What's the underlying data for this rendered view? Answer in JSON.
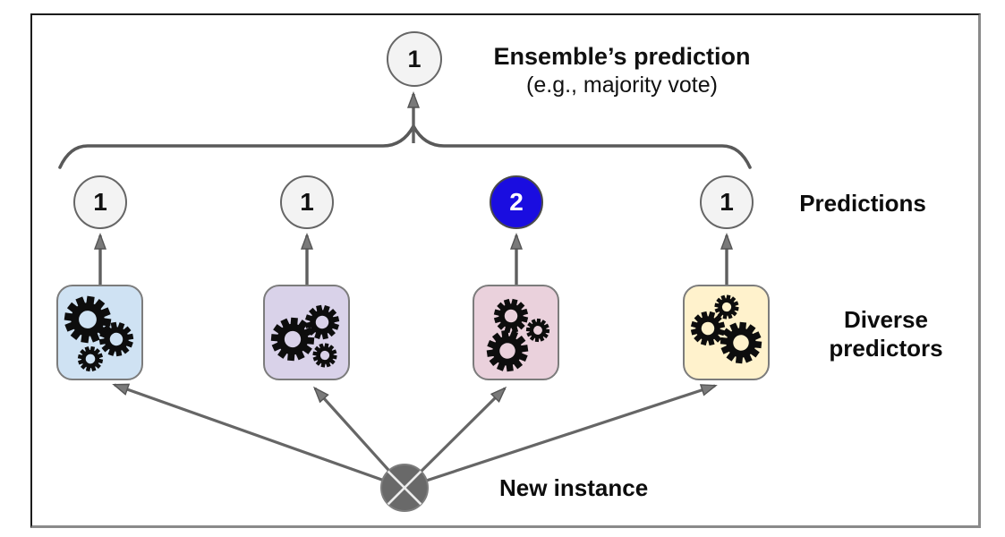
{
  "ensemble": {
    "title": "Ensemble’s prediction",
    "subtitle": "(e.g., majority vote)",
    "value": "1"
  },
  "predictions": {
    "label": "Predictions",
    "items": [
      {
        "value": "1"
      },
      {
        "value": "1"
      },
      {
        "value": "2"
      },
      {
        "value": "1"
      }
    ],
    "highlight_index": 2
  },
  "predictors": {
    "label_line1": "Diverse",
    "label_line2": "predictors",
    "boxes": [
      {
        "id": "predictor-1",
        "color": "#cfe2f3"
      },
      {
        "id": "predictor-2",
        "color": "#d9d2e9"
      },
      {
        "id": "predictor-3",
        "color": "#ead1dc"
      },
      {
        "id": "predictor-4",
        "color": "#fff2cc"
      }
    ]
  },
  "new_instance": {
    "label": "New instance"
  },
  "colors": {
    "highlight_blue": "#1a0de0",
    "node_fill": "#f3f3f3",
    "node_border": "#666666",
    "connector": "#5f5f5f",
    "gear": "#0d0d0d"
  }
}
